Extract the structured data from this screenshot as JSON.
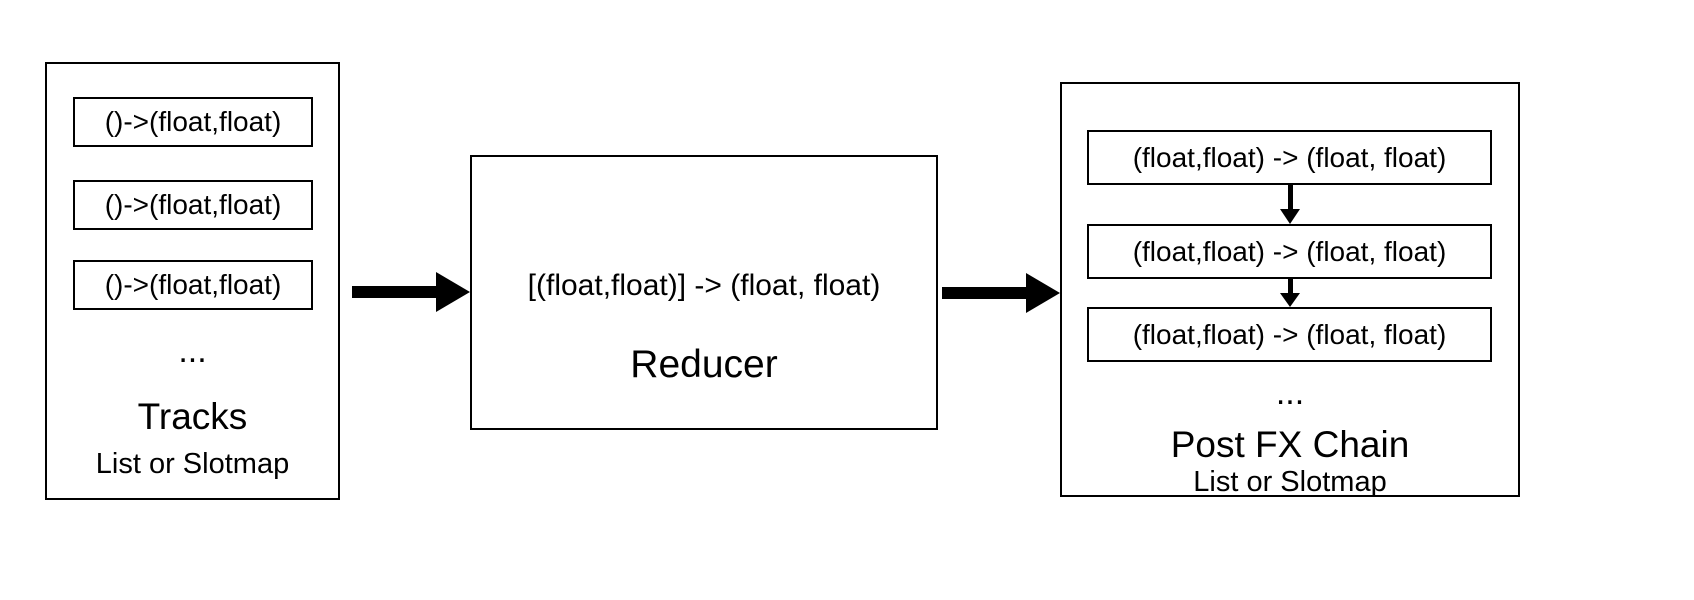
{
  "tracks": {
    "slots": [
      "()->(float,float)",
      "()->(float,float)",
      "()->(float,float)"
    ],
    "ellipsis": "...",
    "title": "Tracks",
    "subtitle": "List or Slotmap"
  },
  "reducer": {
    "signature": "[(float,float)] -> (float, float)",
    "title": "Reducer"
  },
  "postfx": {
    "slots": [
      "(float,float) -> (float, float)",
      "(float,float) -> (float, float)",
      "(float,float) -> (float, float)"
    ],
    "ellipsis": "...",
    "title": "Post FX Chain",
    "subtitle": "List or Slotmap"
  },
  "colors": {
    "stroke": "#000000",
    "background": "#ffffff"
  }
}
